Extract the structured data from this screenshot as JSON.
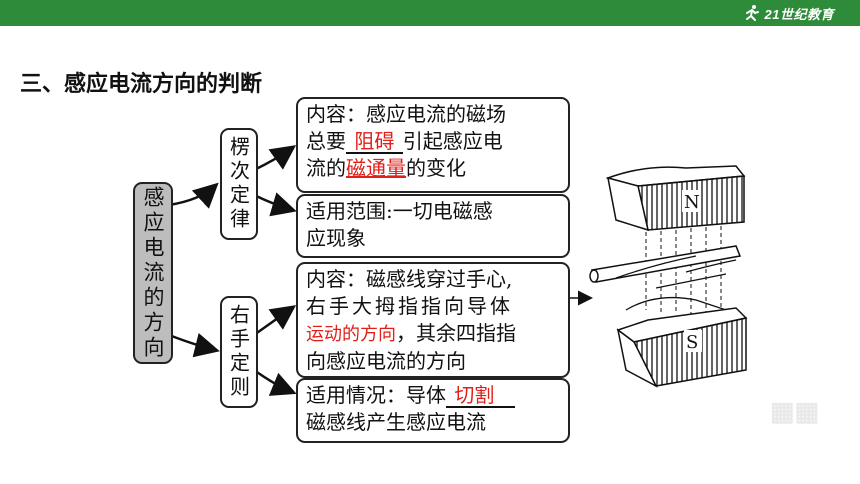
{
  "header": {
    "bar_color": "#2e8b3a",
    "logo_text": "21世纪教育",
    "logo_icon": "runner-icon"
  },
  "heading": "三、感应电流方向的判断",
  "center_label": "感应电流的方向",
  "branches": [
    {
      "label": "楞次定律",
      "items": [
        {
          "line1": "内容：感应电流的磁场",
          "line2_pre": "总要",
          "line2_blank": "阻碍",
          "line2_post": "引起感应电",
          "line3_pre": "流的",
          "line3_blank": "磁通量",
          "line3_post": "的变化"
        },
        {
          "line1": "适用范围:一切电磁感",
          "line2": "应现象"
        }
      ]
    },
    {
      "label": "右手定则",
      "items": [
        {
          "line1": "内容：磁感线穿过手心,",
          "line2": "右手大拇指指向导体",
          "line3_blank": "运动的方向",
          "line3_post": "，其余四指指",
          "line4": "向感应电流的方向"
        },
        {
          "line1_pre": "适用情况：导体",
          "line1_blank": "切割",
          "line2": "磁感线产生感应电流"
        }
      ]
    }
  ],
  "figure": {
    "north_label": "N",
    "south_label": "S"
  },
  "colors": {
    "answer_red": "#e0201a",
    "center_fill": "#bdbdbd"
  }
}
